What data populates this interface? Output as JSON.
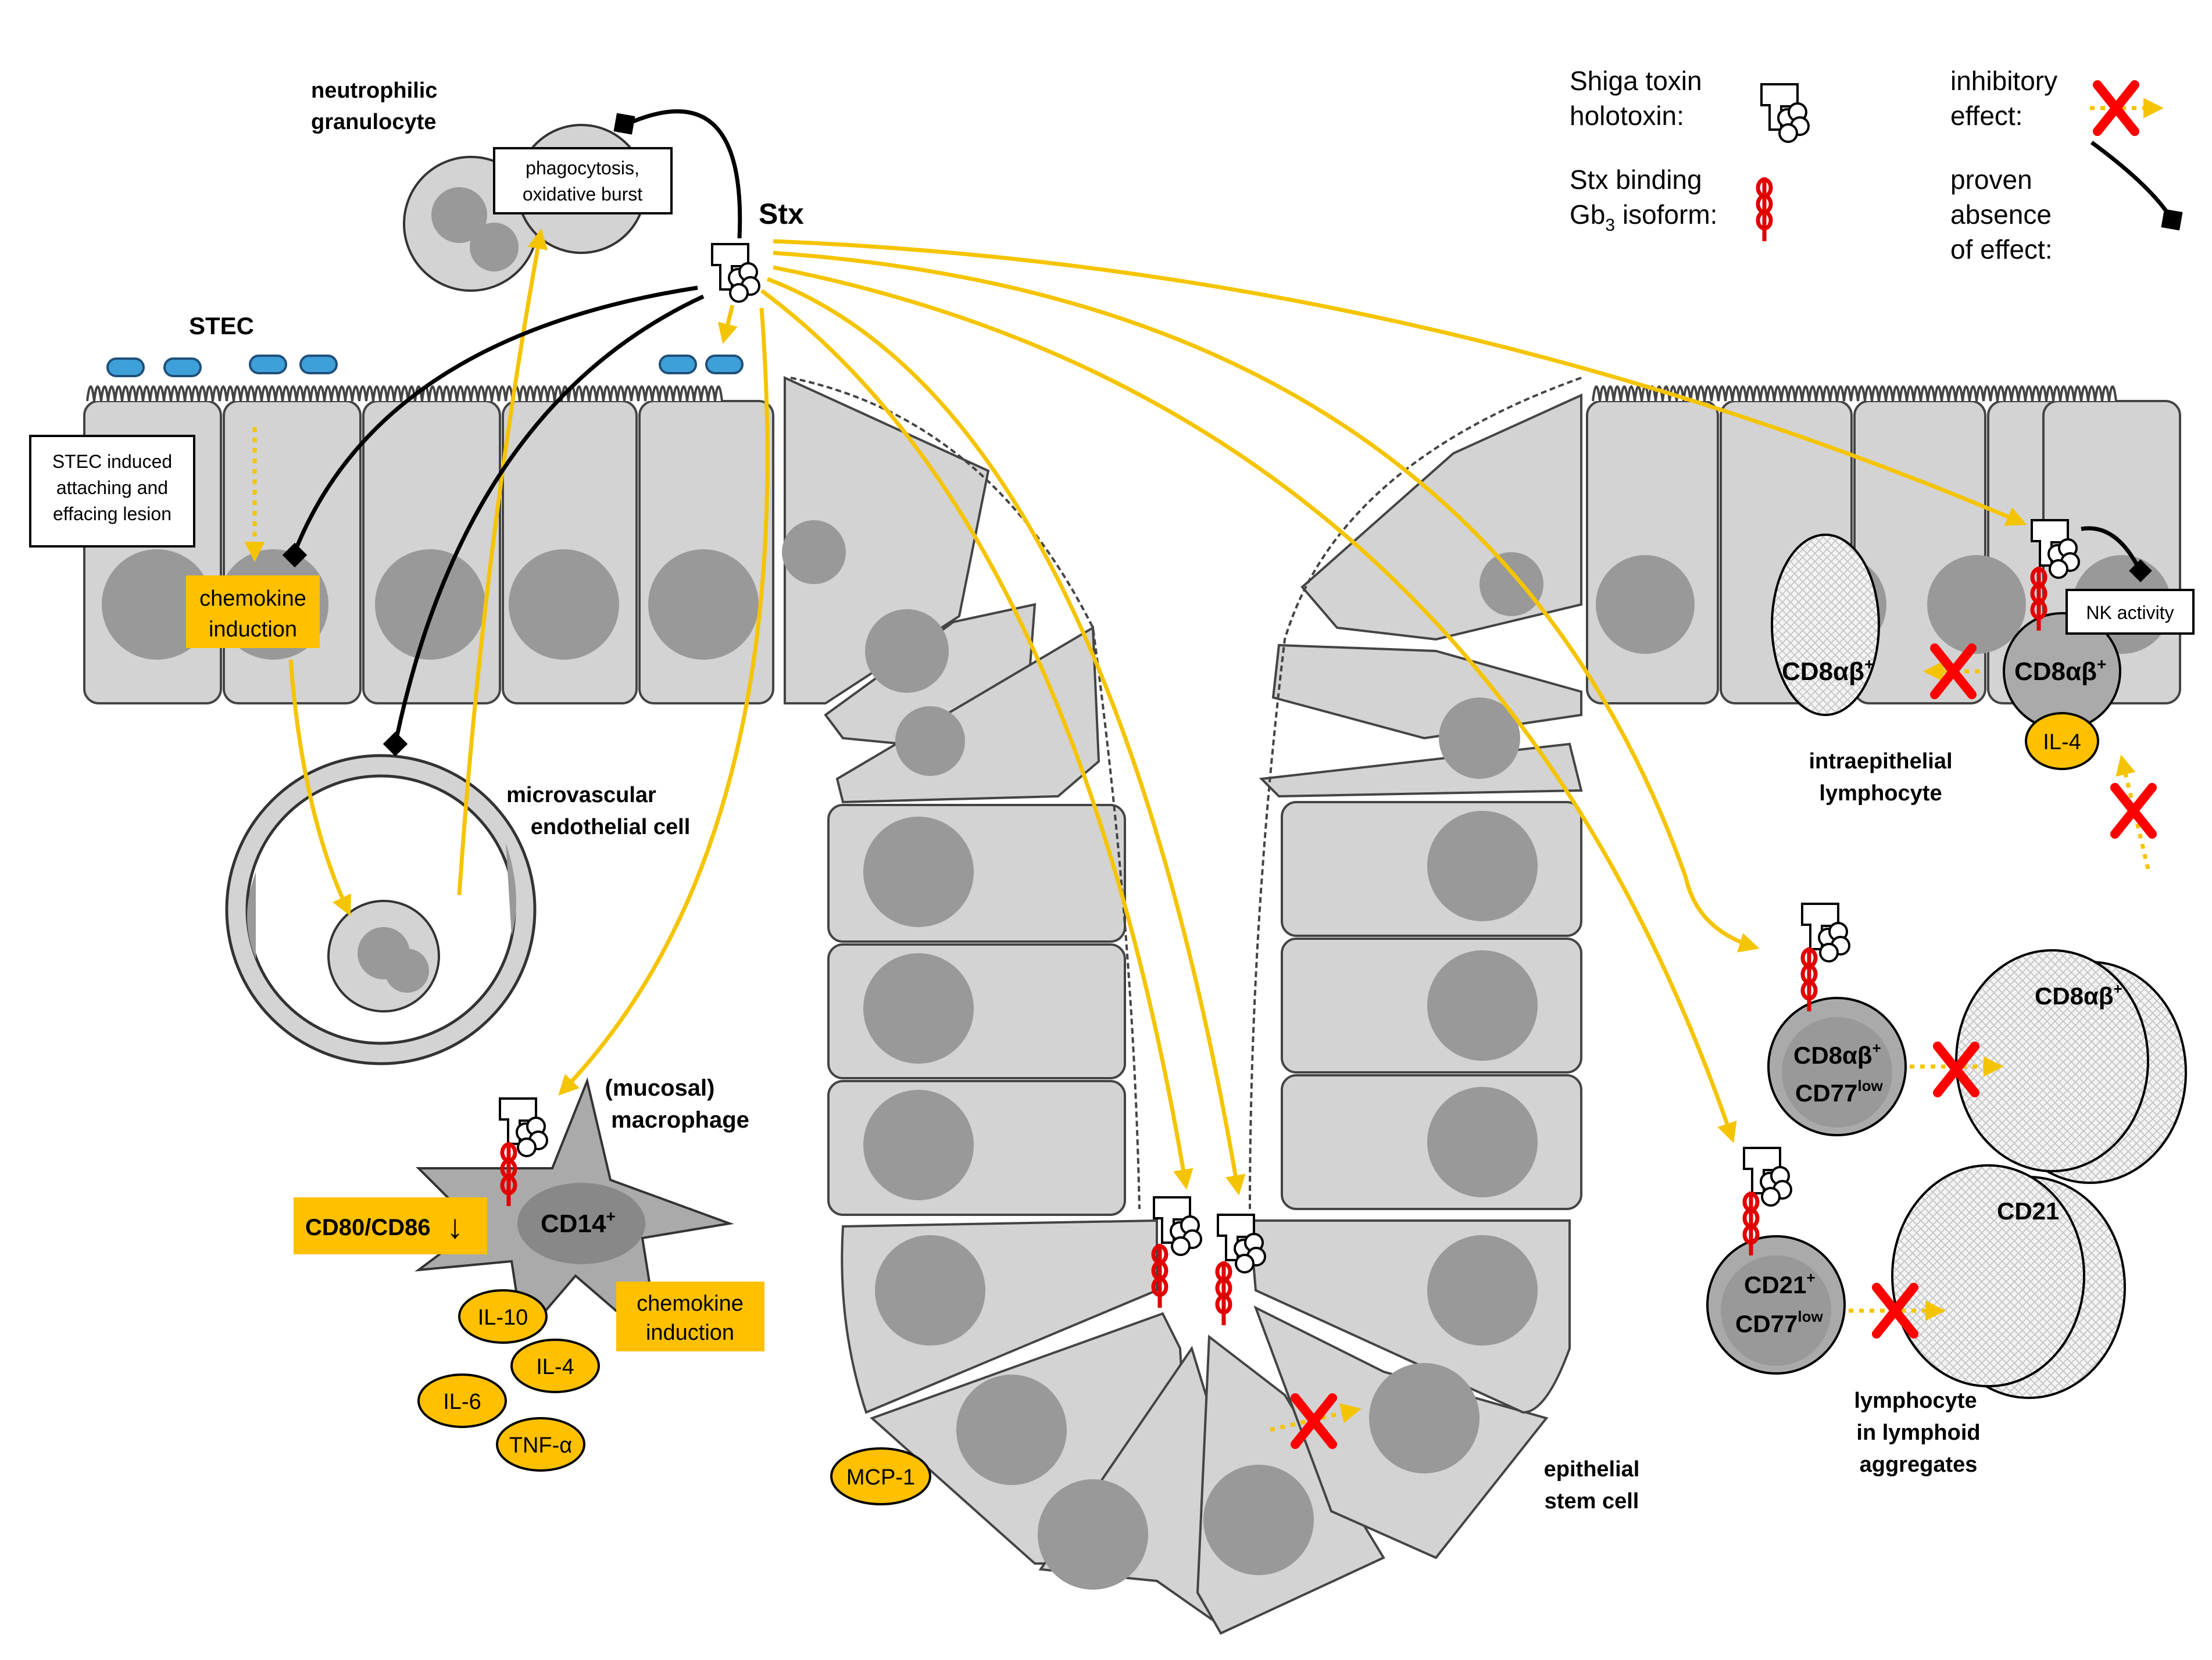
{
  "labels": {
    "stx": "Stx",
    "stec": "STEC",
    "neutrophil_1": "neutrophilic",
    "neutrophil_2": "granulocyte",
    "phago_1": "phagocytosis,",
    "phago_2": "oxidative burst",
    "ae_1": "STEC induced",
    "ae_2": "attaching and",
    "ae_3": "effacing lesion",
    "chemokine_1": "chemokine",
    "chemokine_2": "induction",
    "endo_1": "microvascular",
    "endo_2": "endothelial cell",
    "macro_1": "(mucosal)",
    "macro_2": "macrophage",
    "cd80": "CD80/CD86",
    "cd80_arrow": "↓",
    "cd14": "CD14",
    "cd14_sup": "+",
    "il10": "IL-10",
    "il4": "IL-4",
    "il6": "IL-6",
    "tnf": "TNF-α",
    "mac_chemokine_1": "chemokine",
    "mac_chemokine_2": "induction",
    "mcp1": "MCP-1",
    "stem_1": "epithelial",
    "stem_2": "stem cell",
    "iel_1": "intraepithelial",
    "iel_2": "lymphocyte",
    "nk": "NK activity",
    "cd8ab": "CD8αβ",
    "cd8ab_sup": "+",
    "iel_il4": "IL-4",
    "cd77": "CD77",
    "cd77_sup": "low",
    "cd21": "CD21",
    "cd21_sup": "+",
    "lymph_1": "lymphocyte",
    "lymph_2": "in lymphoid",
    "lymph_3": "aggregates"
  },
  "legend": {
    "holotoxin_1": "Shiga toxin",
    "holotoxin_2": "holotoxin:",
    "gb3_1": "Stx binding",
    "gb3_2": "Gb",
    "gb3_sub": "3",
    "gb3_3": " isoform:",
    "inhib_1": "inhibitory",
    "inhib_2": "effect:",
    "absence_1": "proven",
    "absence_2": "absence",
    "absence_3": "of effect:"
  },
  "colors": {
    "cell_fill": "#d3d3d3",
    "nucleus_fill": "#999999",
    "toxin_arrow": "#f5c400",
    "label_box": "#ffc000",
    "inhibition": "#ff0000",
    "adhesion": "#3fa0d9",
    "absence_line": "#000000"
  }
}
